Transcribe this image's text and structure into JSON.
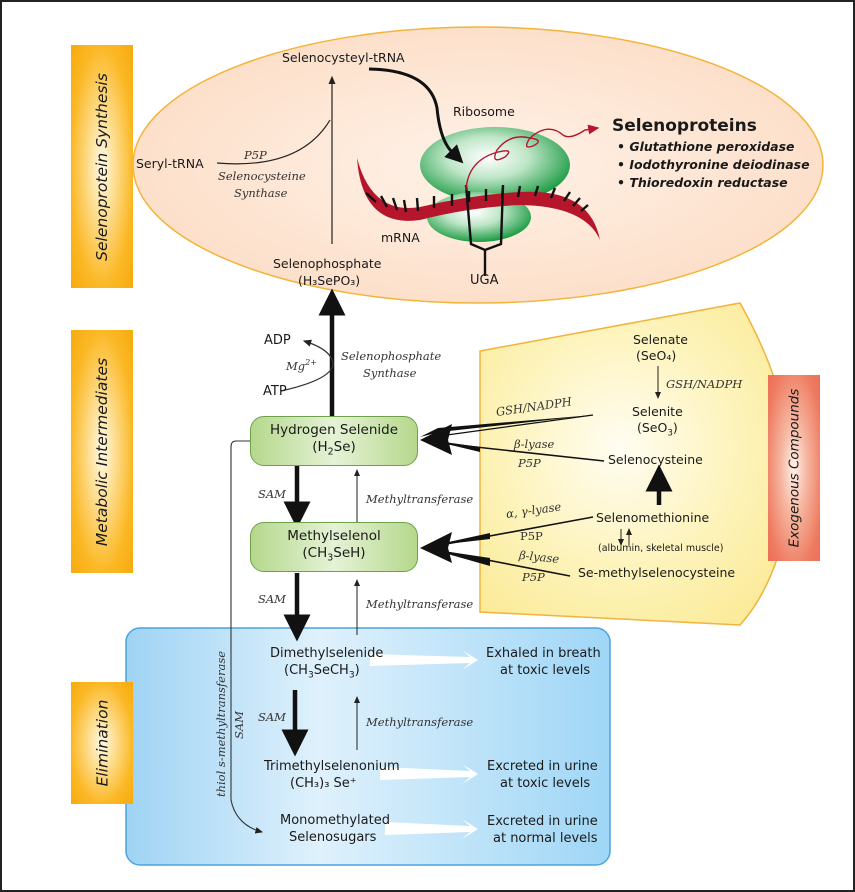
{
  "sections": {
    "synthesis": "Selenoprotein Synthesis",
    "intermediates": "Metabolic Intermediates",
    "elimination": "Elimination",
    "exogenous": "Exogenous Compounds"
  },
  "colors": {
    "section_band": "#f9b31b",
    "synthesis_bg": "#fde5d3",
    "synthesis_border": "#f4b43a",
    "exogenous_bg": "#fdf3b4",
    "exogenous_border": "#f2b33b",
    "exogenous_band": "#ee7a60",
    "elimination_bg": "#a8d8f5",
    "elimination_border": "#4aa3e0",
    "intermediate_box": "#b5d88c",
    "mrna": "#b5162b",
    "ribosome": "#27a34d"
  },
  "synthesis": {
    "selenocysteyl_trna": "Selenocysteyl-tRNA",
    "seryl_trna": "Seryl-tRNA",
    "p5p": "P5P",
    "enzyme_line1": "Selenocysteine",
    "enzyme_line2": "Synthase",
    "selenophosphate": "Selenophosphate",
    "selenophosphate_formula": "(H₃SePO₃)",
    "ribosome": "Ribosome",
    "mrna": "mRNA",
    "uga": "UGA",
    "selenoproteins_title": "Selenoproteins",
    "selenoproteins": [
      "• Glutathione peroxidase",
      "• Iodothyronine deiodinase",
      "• Thioredoxin reductase"
    ]
  },
  "intermediates": {
    "adp": "ADP",
    "atp": "ATP",
    "mg": "Mg",
    "mg_charge": "2+",
    "sp_synthase_line1": "Selenophosphate",
    "sp_synthase_line2": "Synthase",
    "hydrogen_selenide": "Hydrogen Selenide",
    "hydrogen_selenide_formula_pre": "(H",
    "hydrogen_selenide_formula_sub": "2",
    "hydrogen_selenide_formula_post": "Se)",
    "methylselenol": "Methylselenol",
    "methylselenol_formula_pre": "(CH",
    "methylselenol_formula_sub": "3",
    "methylselenol_formula_post": "SeH)",
    "sam": "SAM",
    "methyltransferase": "Methyltransferase"
  },
  "exogenous": {
    "selenate": "Selenate",
    "selenate_formula": "(SeO₄)",
    "gsh_nadph": "GSH/NADPH",
    "selenite": "Selenite",
    "selenite_formula_pre": "(SeO",
    "selenite_formula_sub": "3",
    "selenite_formula_post": ")",
    "selenocysteine": "Selenocysteine",
    "beta_lyase": "β-lyase",
    "p5p": "P5P",
    "selenomethionine": "Selenomethionine",
    "alpha_gamma_lyase": "α, γ-lyase",
    "albumin_note": "(albumin, skeletal muscle)",
    "se_methylselenocysteine": "Se-methylselenocysteine"
  },
  "elimination": {
    "dimethylselenide": "Dimethylselenide",
    "dimethylselenide_formula_pre": "(CH",
    "dimethylselenide_formula_sub1": "3",
    "dimethylselenide_formula_mid": "SeCH",
    "dimethylselenide_formula_sub2": "3",
    "dimethylselenide_formula_post": ")",
    "trimethylselenonium": "Trimethylselenonium",
    "trimethylselenonium_formula": "(CH₃)₃ Se⁺",
    "selenosugars_line1": "Monomethylated",
    "selenosugars_line2": "Selenosugars",
    "exhaled_line1": "Exhaled in breath",
    "exhaled_line2": "at toxic levels",
    "urine_toxic_line1": "Excreted in urine",
    "urine_toxic_line2": "at toxic levels",
    "urine_normal_line1": "Excreted in urine",
    "urine_normal_line2": "at normal levels",
    "sam": "SAM",
    "methyltransferase": "Methyltransferase",
    "thiol_enzyme": "thiol s-methyltransferase"
  }
}
